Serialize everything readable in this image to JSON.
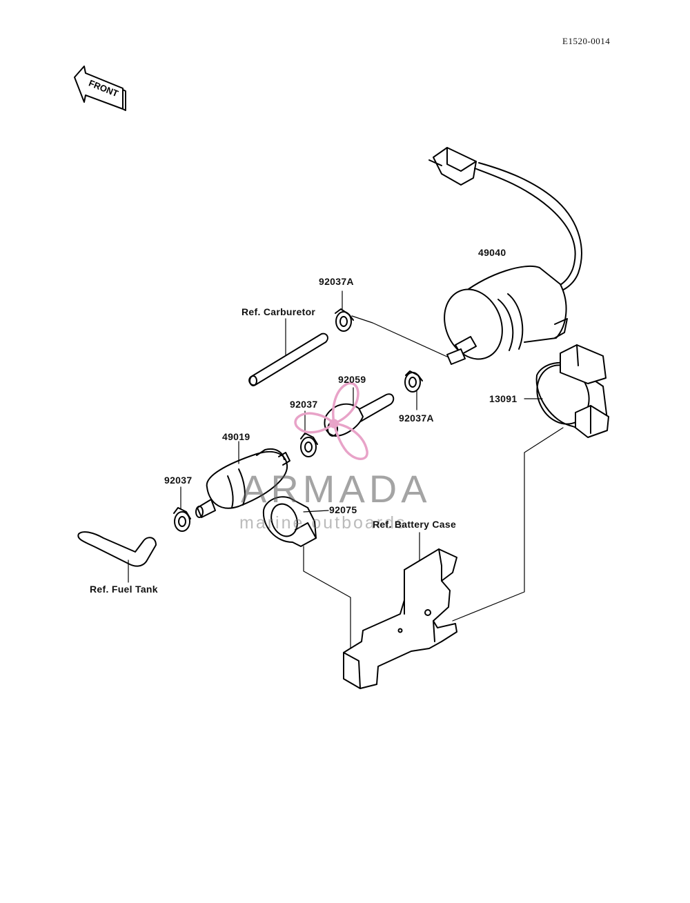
{
  "diagram_code": "E1520-0014",
  "front_label": "FRONT",
  "watermark": {
    "name": "ARMADA",
    "tagline": "marine outboards",
    "color": "#e8a3c8"
  },
  "labels": {
    "p49040": "49040",
    "p92037A_top": "92037A",
    "ref_carburetor": "Ref. Carburetor",
    "p92059": "92059",
    "p92037_mid": "92037",
    "p92037A_right": "92037A",
    "p13091": "13091",
    "p49019": "49019",
    "p92037_left": "92037",
    "p92075": "92075",
    "ref_battery_case": "Ref. Battery Case",
    "ref_fuel_tank": "Ref. Fuel Tank"
  }
}
